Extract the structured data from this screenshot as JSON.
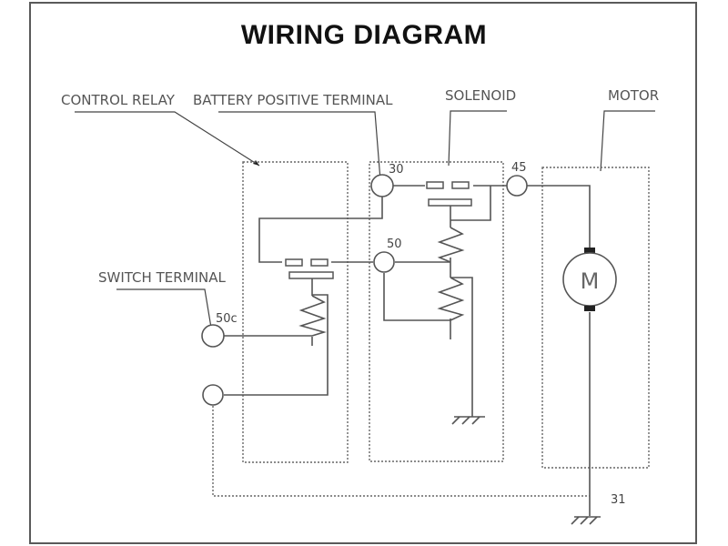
{
  "title": "WIRING DIAGRAM",
  "labels": {
    "control_relay": "CONTROL RELAY",
    "battery_positive_terminal": "BATTERY POSITIVE TERMINAL",
    "solenoid": "SOLENOID",
    "motor": "MOTOR",
    "switch_terminal": "SWITCH TERMINAL"
  },
  "terminals": {
    "t30": "30",
    "t45": "45",
    "t50": "50",
    "t50c": "50c",
    "t31": "31"
  },
  "motor_symbol": "M",
  "colors": {
    "line": "#555555",
    "text": "#555555",
    "title": "#111111"
  }
}
